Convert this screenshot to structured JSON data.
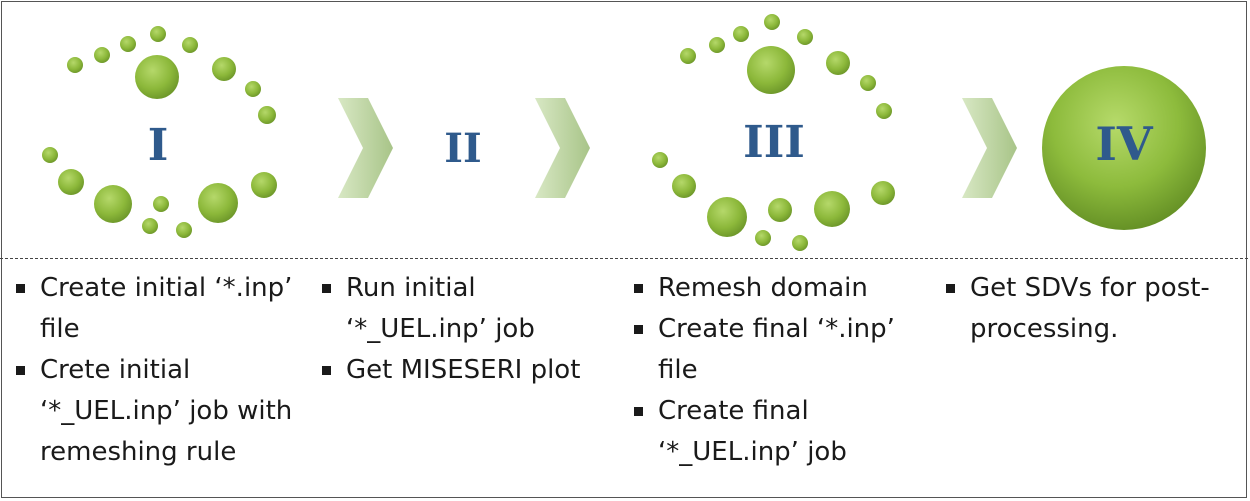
{
  "stages": [
    {
      "label": "I",
      "bullets": [
        "Create initial ‘*.inp’ file",
        "Crete initial ‘*_UEL.inp’ job with remeshing rule"
      ]
    },
    {
      "label": "II",
      "bullets": [
        "Run initial ‘*_UEL.inp’ job",
        "Get MISESERI plot"
      ]
    },
    {
      "label": "III",
      "bullets": [
        "Remesh domain",
        "Create final ‘*.inp’ file",
        "Create final ‘*_UEL.inp’ job"
      ]
    },
    {
      "label": "IV",
      "bullets": [
        "Get SDVs for post-processing."
      ]
    }
  ],
  "colors": {
    "dot": "#8cb83a",
    "label": "#2f5a8c",
    "chevron": "#b8d09a"
  }
}
